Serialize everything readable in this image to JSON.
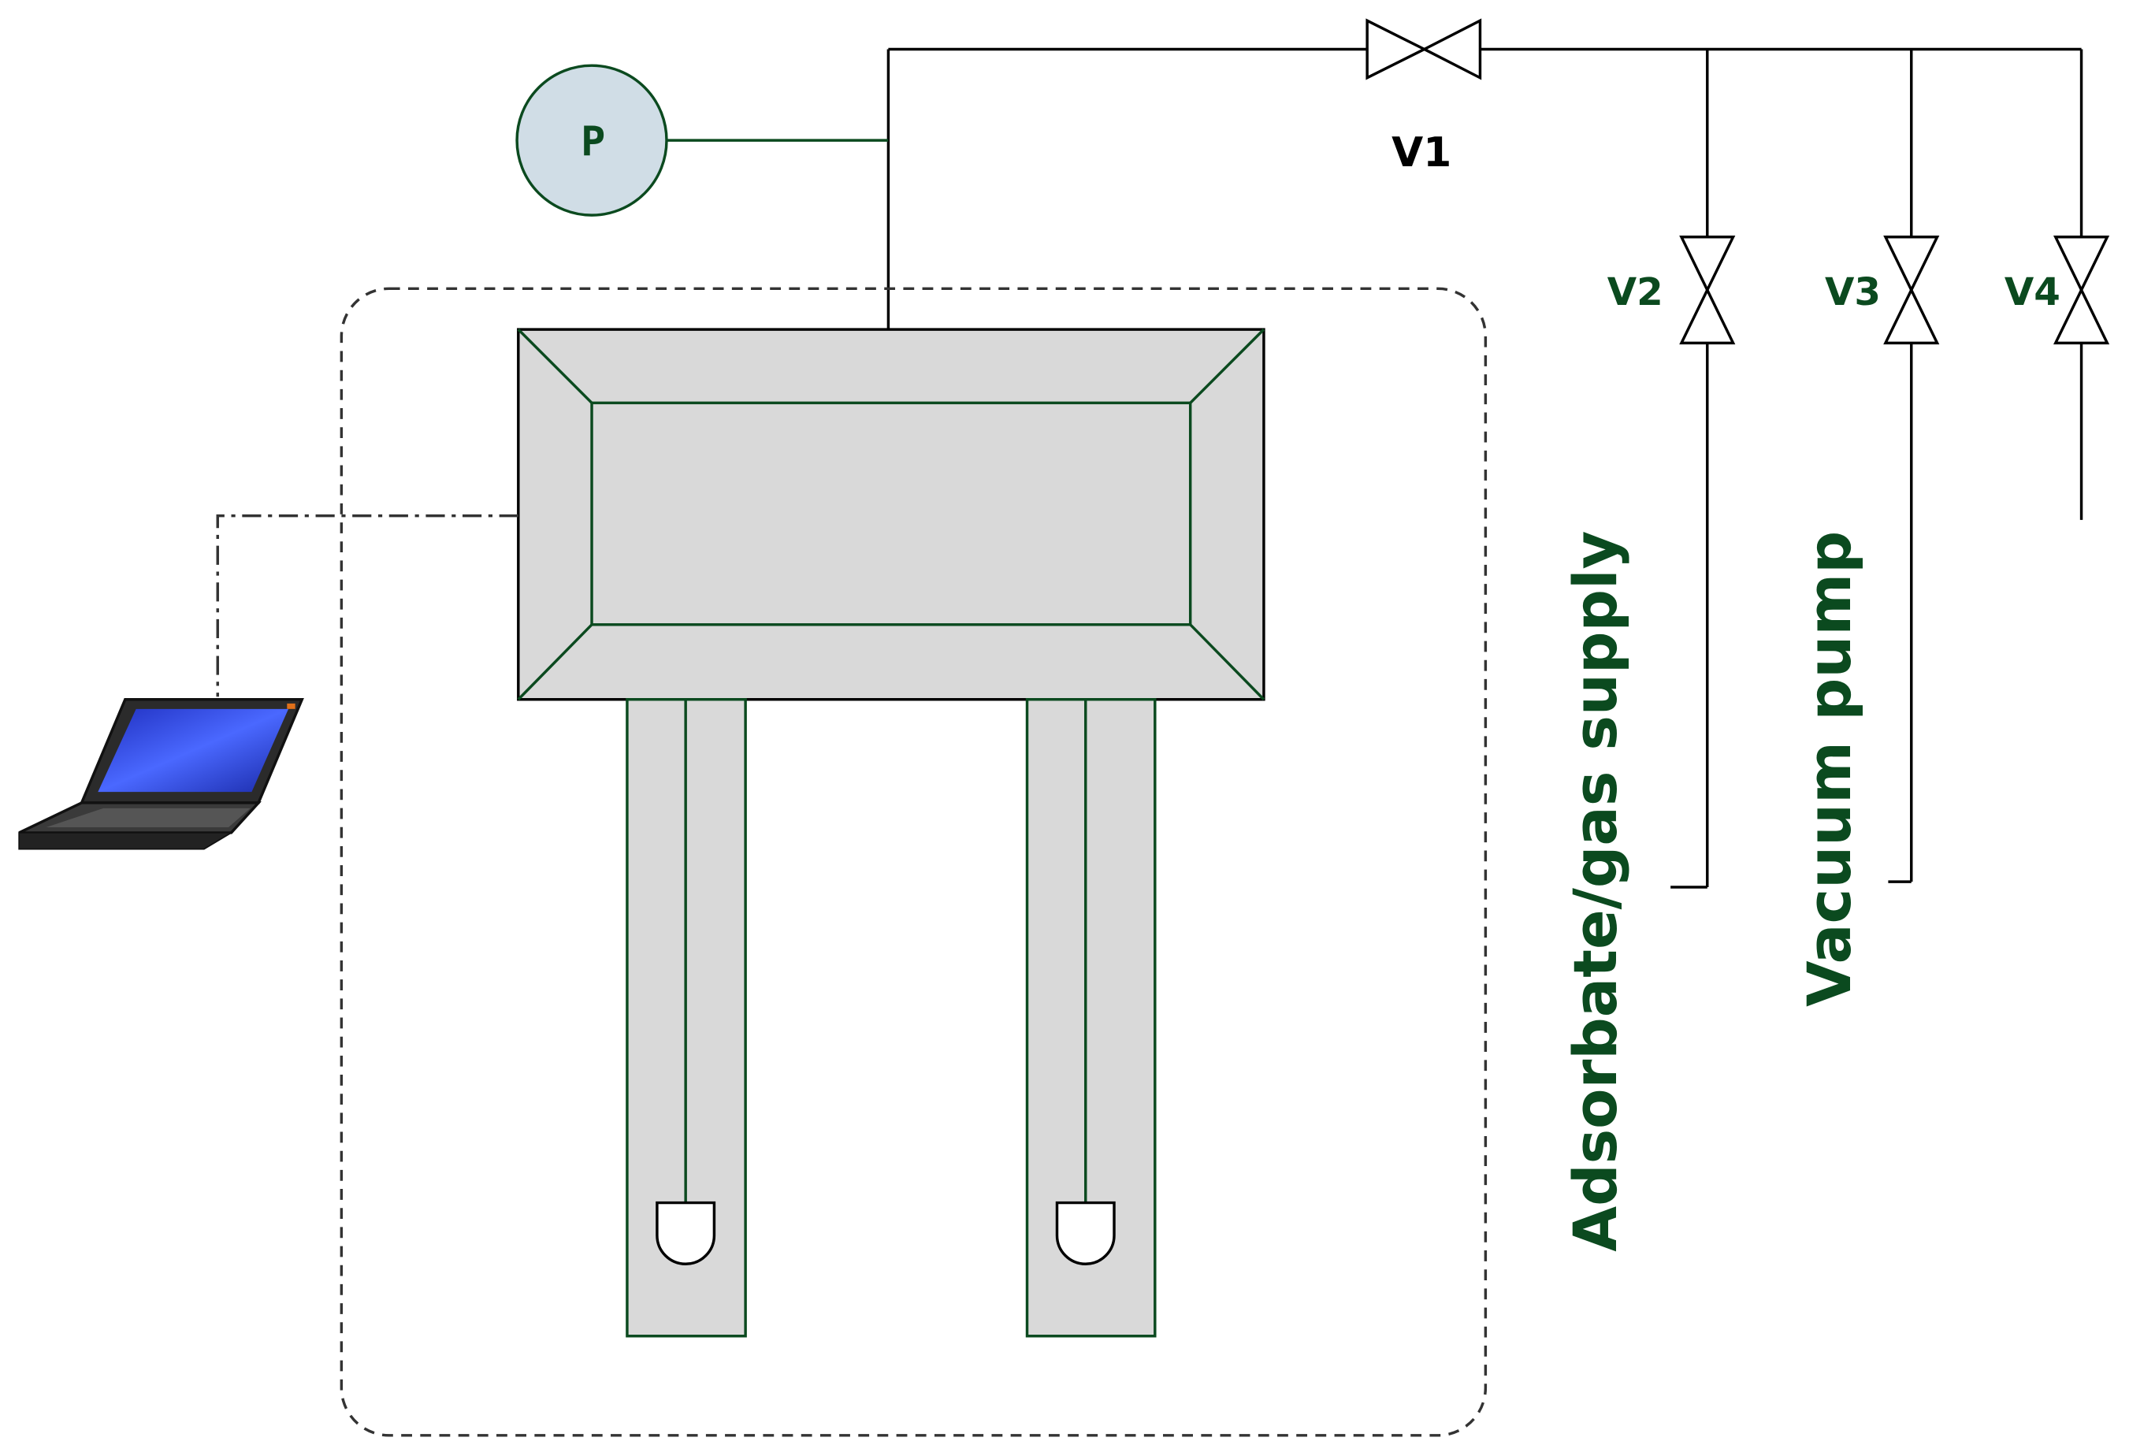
{
  "colors": {
    "line": "#000000",
    "outline": "#0b4a1f",
    "label": "#0b4a1f",
    "v1_label": "#000000",
    "fill_gray": "#d9d9d9",
    "gauge_fill": "#d0dde6",
    "enclosure_dash": "#333333",
    "screen_blue": "#2a3cd6"
  },
  "gauge": {
    "label": "P",
    "icon": "pressure-gauge-icon"
  },
  "valves": [
    {
      "label": "V1"
    },
    {
      "label": "V2"
    },
    {
      "label": "V3"
    },
    {
      "label": "V4"
    }
  ],
  "lines": {
    "adsorbate": "Adsorbate/gas supply",
    "vacuum": "Vacuum pump"
  },
  "computer": {
    "icon": "laptop-icon"
  }
}
